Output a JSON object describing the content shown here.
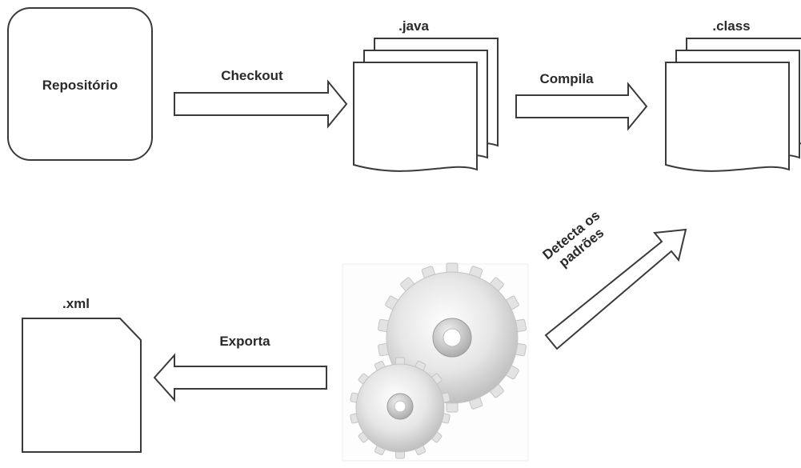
{
  "nodes": {
    "repository": {
      "label": "Repositório"
    },
    "java": {
      "label": ".java"
    },
    "class": {
      "label": ".class"
    },
    "xml": {
      "label": ".xml"
    },
    "engine": {
      "icon": "gears-icon"
    }
  },
  "edges": {
    "checkout": {
      "label": "Checkout"
    },
    "compile": {
      "label": "Compila"
    },
    "detect": {
      "line1": "Detecta os",
      "line2": "padrões"
    },
    "export": {
      "label": "Exporta"
    }
  },
  "colors": {
    "stroke": "#3a3a3a",
    "text": "#2a2a2a",
    "gear": "#d9d9d9",
    "background": "#ffffff"
  }
}
